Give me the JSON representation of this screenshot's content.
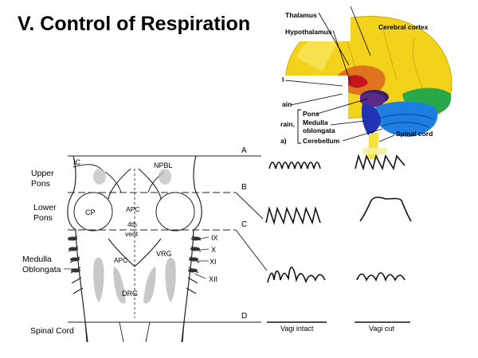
{
  "title": "V.  Control of Respiration",
  "brain": {
    "labels": {
      "thalamus": "Thalamus",
      "hypothalamus": "Hypothalamus",
      "cerebral_cortex": "Cerebral cortex",
      "pons": "Pons",
      "medulla_line1": "Medulla",
      "medulla_line2": "oblongata",
      "cerebellum": "Cerebellum",
      "spinal_cord": "Spinal cord",
      "cut_ain": "ain",
      "cut_rain": "rain,",
      "cut_a": "a)",
      "cut_l": "l"
    }
  },
  "left_labels": {
    "upper_pons_1": "Upper",
    "upper_pons_2": "Pons",
    "lower_pons_1": "Lower",
    "lower_pons_2": "Pons",
    "medulla_1": "Medulla",
    "medulla_2": "Oblongata",
    "spinal_cord": "Spinal Cord"
  },
  "brainstem": {
    "ic": "IC",
    "npbl": "NPBL",
    "cp": "CP",
    "apc": "APC",
    "fourth_1": "4th",
    "fourth_2": "vent",
    "apc2": "APC",
    "vrg": "VRG",
    "drg": "DRG",
    "cranial_nerves": [
      "IX",
      "X",
      "XI",
      "XII"
    ],
    "section_letters": [
      "A",
      "B",
      "C",
      "D"
    ]
  },
  "traces": {
    "vagi_intact": "Vagi intact",
    "vagi_cut": "Vagi cut"
  }
}
